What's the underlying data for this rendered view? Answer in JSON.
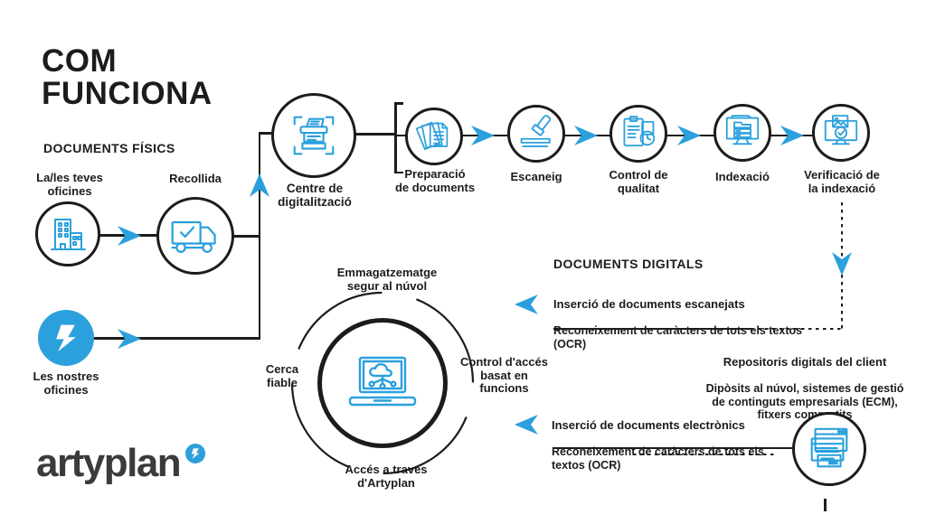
{
  "colors": {
    "accent": "#2BA0DC",
    "ink": "#1C1C1C",
    "logo_ink": "#3B3B3C",
    "bg": "#FFFFFF"
  },
  "header": {
    "title": "COM\nFUNCIONA"
  },
  "sections": {
    "physical": "DOCUMENTS FÍSICS",
    "digital": "DOCUMENTS DIGITALS"
  },
  "sources": {
    "your_offices": {
      "label": "La/les teves\noficines",
      "icon": "office-building-icon"
    },
    "pickup": {
      "label": "Recollida",
      "icon": "delivery-truck-icon"
    },
    "digitization_center": {
      "label": "Centre de\ndigitalització",
      "icon": "document-scanner-icon"
    },
    "our_offices": {
      "label": "Les nostres\noficines",
      "icon": "artyplan-mark-icon"
    }
  },
  "process_steps": [
    {
      "label": "Preparació\nde documents",
      "icon": "document-stack-icon"
    },
    {
      "label": "Escaneig",
      "icon": "hand-scanner-icon"
    },
    {
      "label": "Control de\nqualitat",
      "icon": "quality-checklist-icon"
    },
    {
      "label": "Indexació",
      "icon": "indexing-monitor-icon"
    },
    {
      "label": "Verificació de\nla indexació",
      "icon": "verification-monitor-icon"
    }
  ],
  "digital_inputs": {
    "scanned": {
      "title": "Inserció de documents escanejats",
      "desc": "Reconeixement de caràcters de tots els textos\n(OCR)"
    },
    "electronic": {
      "title": "Inserció de documents electrònics",
      "desc": "Reconeixement de caràcters de tots els\ntextos (OCR)"
    }
  },
  "repositories": {
    "title": "Repositoris digitals del client",
    "desc": "Dipòsits al núvol, sistemes de gestió\nde continguts empresarials (ECM),\nfitxers compartits",
    "icon": "browser-windows-icon"
  },
  "platform": {
    "top": "Emmagatzematge\nsegur al núvol",
    "left": "Cerca\nfiable",
    "right": "Control d'accés\nbasat en\nfuncions",
    "bottom": "Accés a través\nd'Artyplan",
    "icon": "cloud-laptop-icon"
  },
  "footer": {
    "wordmark": "artyplan"
  }
}
